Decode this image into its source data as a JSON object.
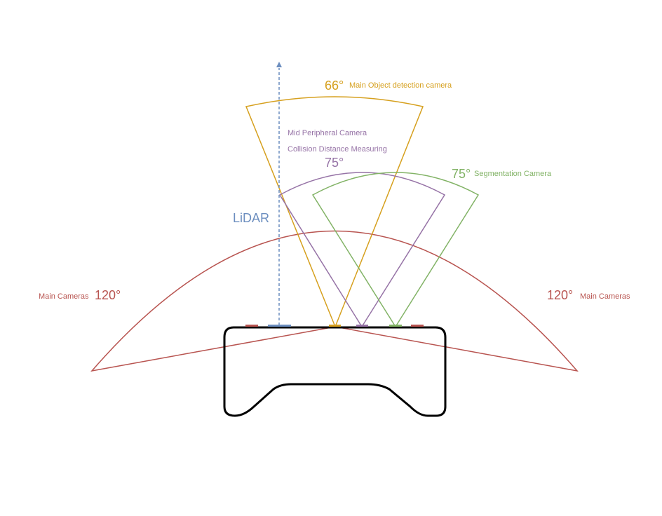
{
  "colors": {
    "main_cameras": "#b85450",
    "object_camera": "#d6a01e",
    "peripheral_camera": "#9673a6",
    "segmentation_camera": "#82b366",
    "lidar": "#6c8ebf",
    "vehicle": "#000000"
  },
  "labels": {
    "object_angle": "66°",
    "object_name": "Main Object detection camera",
    "peripheral_name": "Mid Peripheral Camera",
    "peripheral_role": "Collision Distance Measuring",
    "peripheral_angle": "75°",
    "segmentation_angle": "75°",
    "segmentation_name": "Segmentation Camera",
    "lidar": "LiDAR",
    "main_left_name": "Main Cameras",
    "main_left_angle": "120°",
    "main_right_angle": "120°",
    "main_right_name": "Main Cameras"
  }
}
